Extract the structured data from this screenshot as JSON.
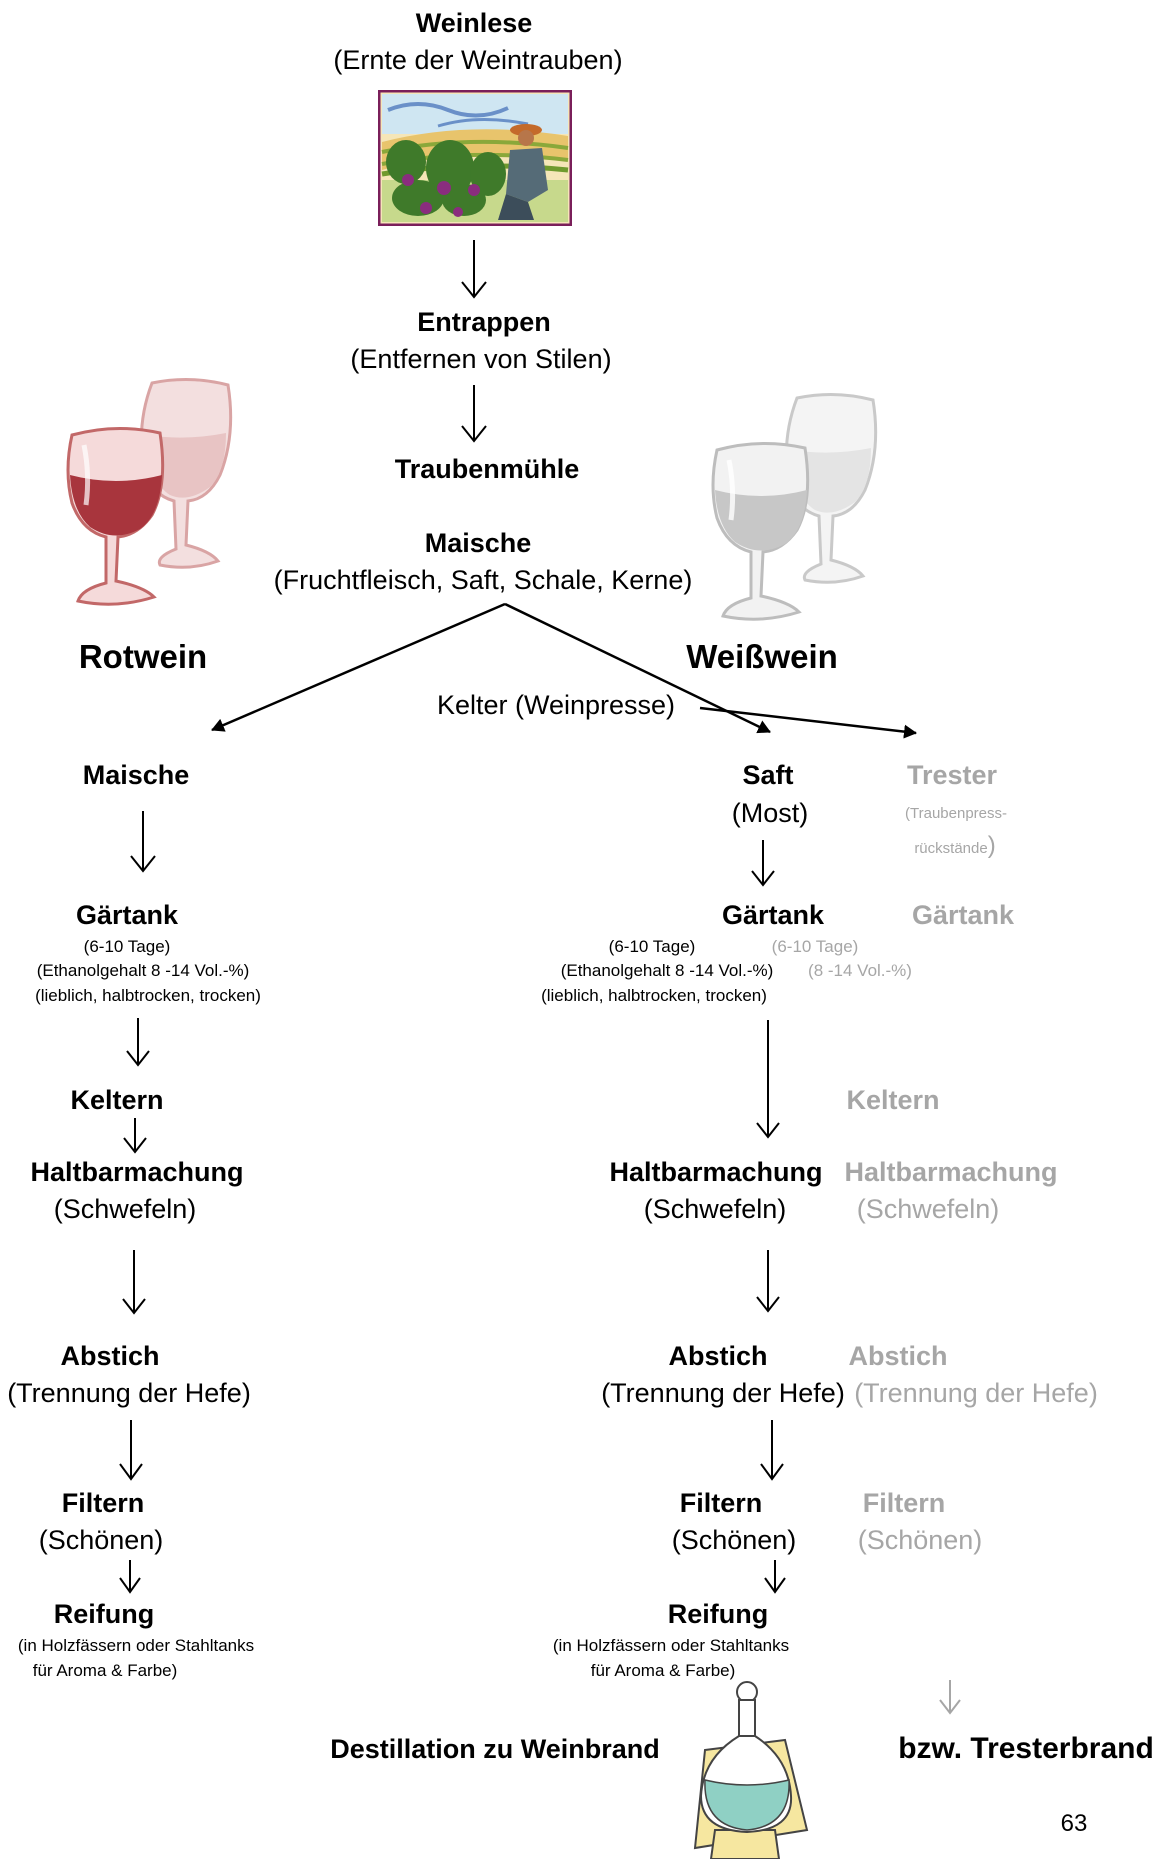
{
  "top": {
    "weinlese": "Weinlese",
    "weinlese_sub": "(Ernte der Weintrauben)",
    "entrappen": "Entrappen",
    "entrappen_sub": "(Entfernen von Stilen)",
    "traubenmuehle": "Traubenmühle",
    "maische": "Maische",
    "maische_sub": "(Fruchtfleisch, Saft, Schale, Kerne)",
    "kelter": "Kelter (Weinpresse)"
  },
  "rotwein": {
    "title": "Rotwein",
    "maische": "Maische",
    "gaertank": "Gärtank",
    "gaertank_days": "(6-10 Tage)",
    "gaertank_ethanol": "(Ethanolgehalt 8 -14 Vol.-%)",
    "gaertank_types": "(lieblich, halbtrocken, trocken)",
    "keltern": "Keltern",
    "haltbar": "Haltbarmachung",
    "haltbar_sub": "(Schwefeln)",
    "abstich": "Abstich",
    "abstich_sub": "(Trennung der Hefe)",
    "filtern": "Filtern",
    "filtern_sub": "(Schönen)",
    "reifung": "Reifung",
    "reifung_sub1": "(in Holzfässern oder Stahltanks",
    "reifung_sub2": "für Aroma & Farbe)"
  },
  "weisswein": {
    "title": "Weißwein",
    "saft": "Saft",
    "saft_sub": "(Most)",
    "gaertank": "Gärtank",
    "gaertank_days": "(6-10 Tage)",
    "gaertank_ethanol": "(Ethanolgehalt 8 -14 Vol.-%)",
    "gaertank_types": "(lieblich, halbtrocken, trocken)",
    "haltbar": "Haltbarmachung",
    "haltbar_sub": "(Schwefeln)",
    "abstich": "Abstich",
    "abstich_sub": "(Trennung der Hefe)",
    "filtern": "Filtern",
    "filtern_sub": "(Schönen)",
    "reifung": "Reifung",
    "reifung_sub1": "(in Holzfässern oder Stahltanks",
    "reifung_sub2": "für Aroma & Farbe)"
  },
  "trester": {
    "title": "Trester",
    "sub1": "(Traubenpress-",
    "sub2": "rückstände",
    "sub2_paren": ")",
    "gaertank": "Gärtank",
    "gaertank_days": "(6-10 Tage)",
    "gaertank_vol": "(8 -14 Vol.-%)",
    "keltern": "Keltern",
    "haltbar": "Haltbarmachung",
    "haltbar_sub": "(Schwefeln)",
    "abstich": "Abstich",
    "abstich_sub": "(Trennung der Hefe)",
    "filtern": "Filtern",
    "filtern_sub": "(Schönen)"
  },
  "bottom": {
    "destillation": "Destillation zu Weinbrand",
    "tresterbrand": "bzw. Tresterbrand",
    "page_number": "63"
  },
  "colors": {
    "gray_text": "#a6a6a6",
    "red_wine": "#a8353d",
    "white_wine": "#c7c7c7",
    "harvest_frame": "#7a1f5a"
  },
  "icons": [
    "harvest-clipart-icon",
    "red-wine-glasses-icon",
    "white-wine-glasses-icon",
    "decanter-icon"
  ]
}
